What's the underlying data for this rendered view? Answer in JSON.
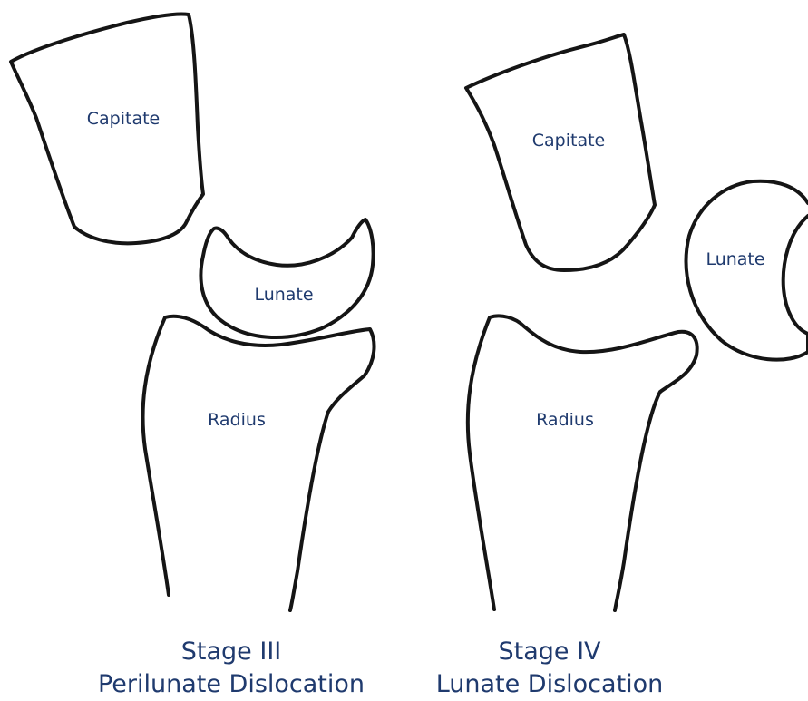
{
  "stage3": {
    "capitate_label": "Capitate",
    "lunate_label": "Lunate",
    "radius_label": "Radius",
    "caption_line1": "Stage III",
    "caption_line2": "Perilunate Dislocation"
  },
  "stage4": {
    "capitate_label": "Capitate",
    "lunate_label": "Lunate",
    "radius_label": "Radius",
    "caption_line1": "Stage IV",
    "caption_line2": "Lunate Dislocation"
  },
  "colors": {
    "label_text": "#1f3a6e",
    "outline": "#151515",
    "background": "#ffffff"
  }
}
